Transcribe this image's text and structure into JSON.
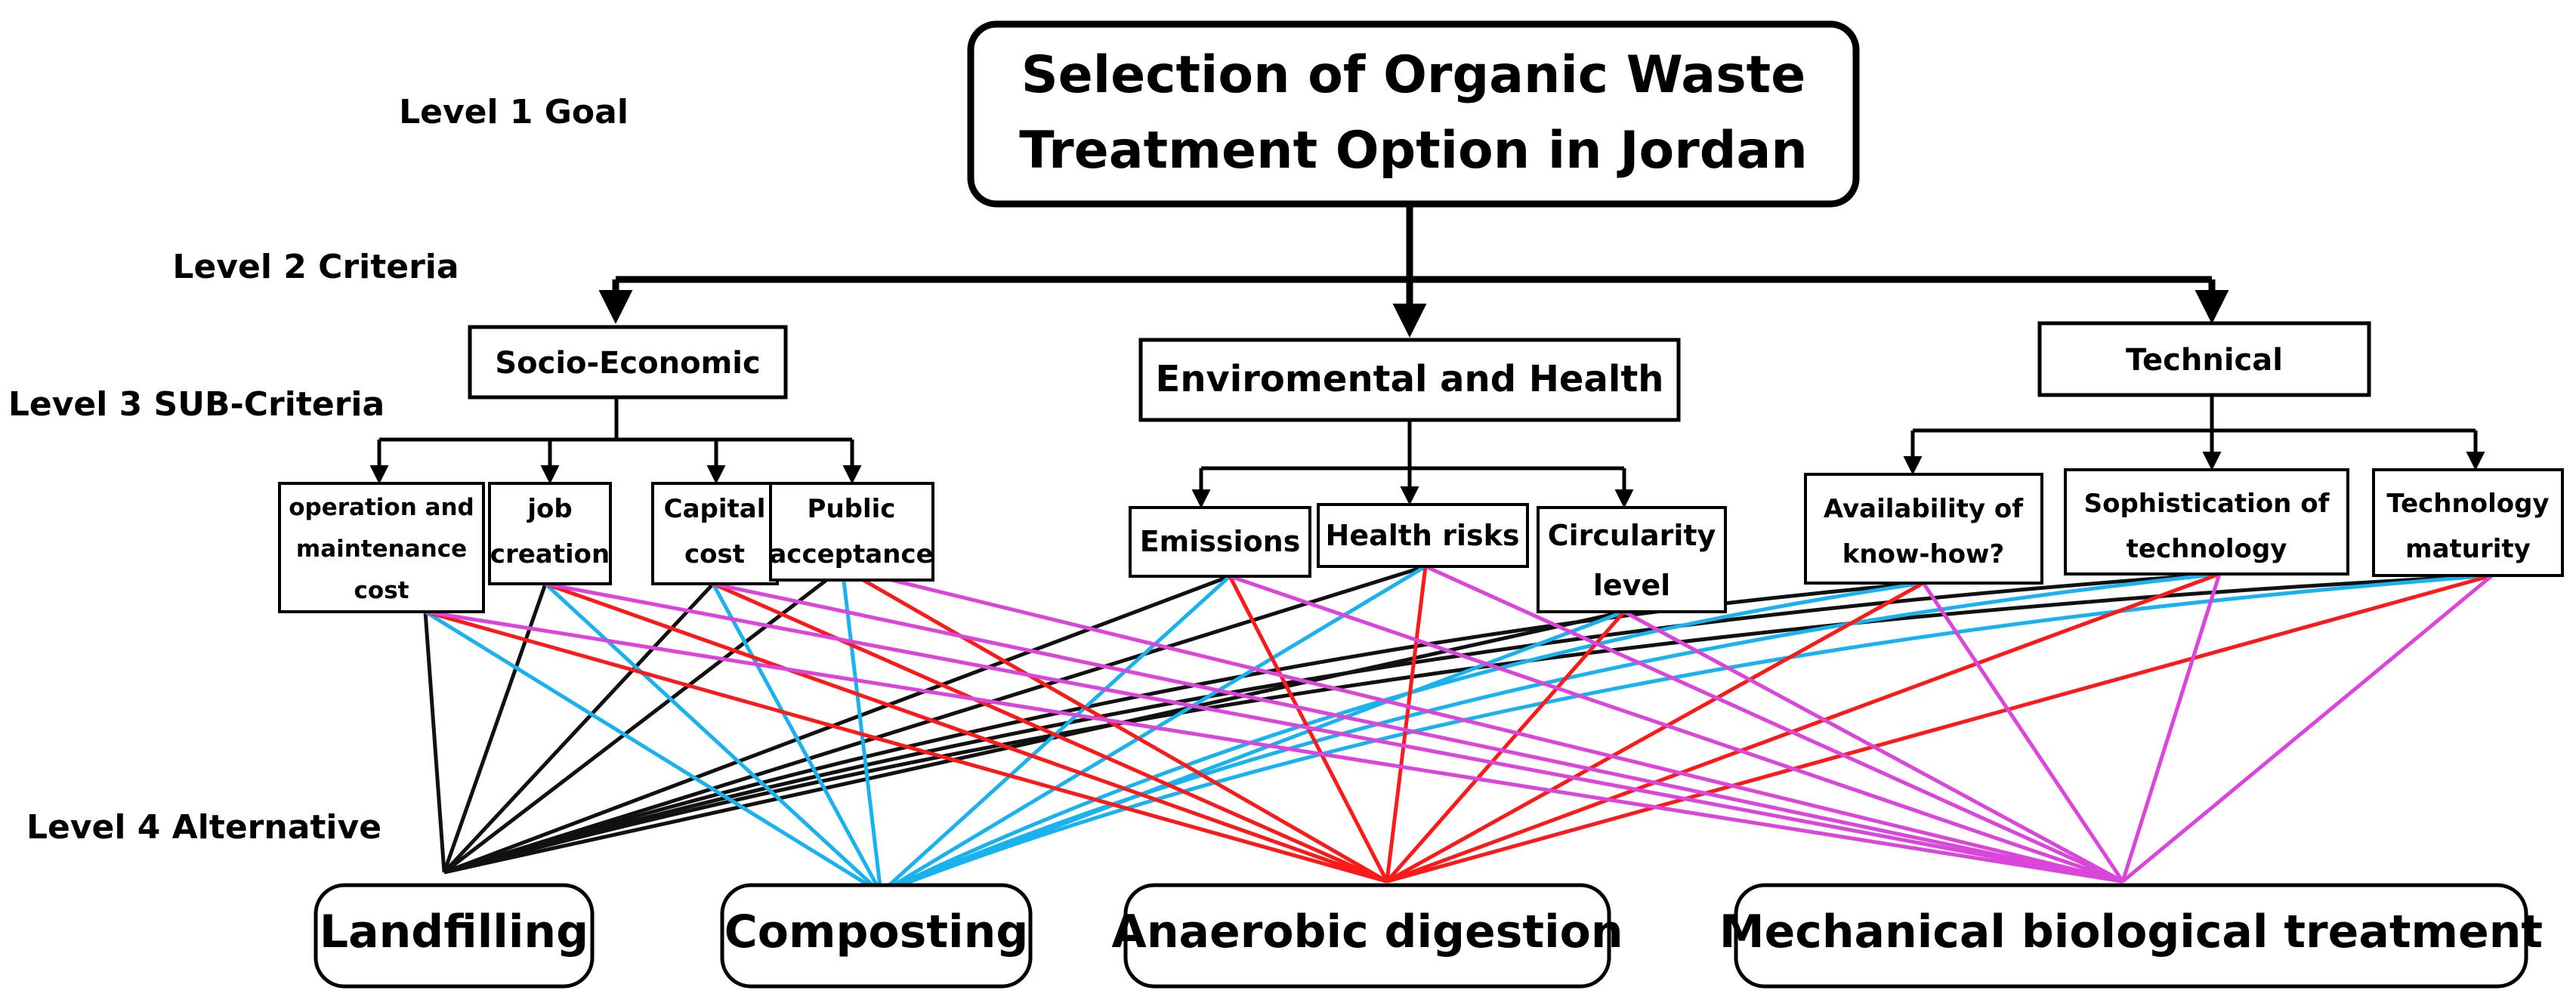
{
  "levels": {
    "goal": "Level 1 Goal",
    "criteria": "Level 2 Criteria",
    "sub_criteria": "Level 3 SUB-Criteria",
    "alternative": "Level 4 Alternative"
  },
  "goal": [
    "Selection of Organic Waste",
    "Treatment Option in Jordan"
  ],
  "criteria": {
    "socio": "Socio-Economic",
    "env": "Enviromental and Health",
    "tech": "Technical"
  },
  "sub": {
    "om": [
      "operation and",
      "maintenance",
      "cost"
    ],
    "job": [
      "job",
      "creation"
    ],
    "cap": [
      "Capital",
      "cost"
    ],
    "pub": [
      "Public",
      "acceptance"
    ],
    "emi": [
      "Emissions"
    ],
    "hea": [
      "Health risks"
    ],
    "cir": [
      "Circularity",
      "level"
    ],
    "ava": [
      "Availability of",
      "know-how?"
    ],
    "sop": [
      "Sophistication of",
      "technology"
    ],
    "mat": [
      "Technology",
      "maturity"
    ]
  },
  "alternatives": {
    "land": "Landfilling",
    "comp": "Composting",
    "anae": "Anaerobic digestion",
    "mbt": "Mechanical biological treatment"
  },
  "colors": {
    "landfilling": "#111111",
    "composting": "#1ab2ee",
    "anaerobic": "#ff1a1a",
    "mbt": "#d946d9"
  }
}
